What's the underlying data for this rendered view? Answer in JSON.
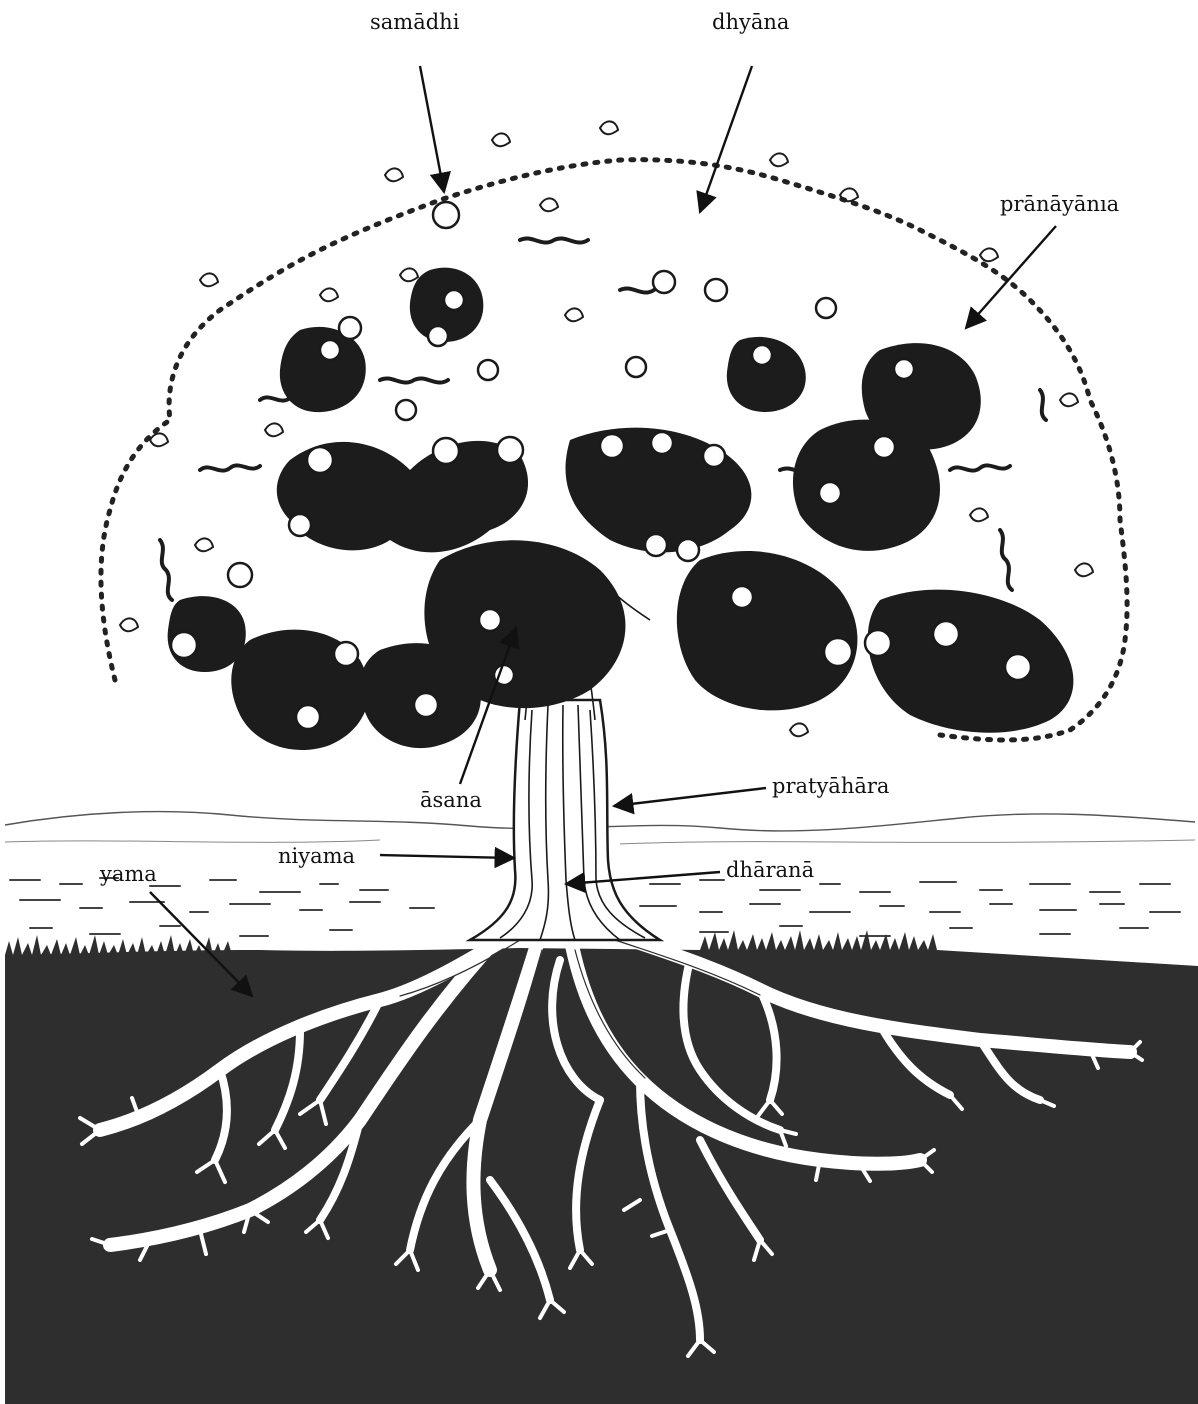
{
  "diagram": {
    "labels": {
      "samadhi": "samādhi",
      "dhyana": "dhyāna",
      "pranayama": "prānāyānıa",
      "asana": "āsana",
      "pratyahara": "pratyāhāra",
      "niyama": "niyama",
      "dharana": "dhāranā",
      "yama": "yama"
    },
    "colors": {
      "soil": "#2e2e2e",
      "ink": "#1a1a1a",
      "roots": "#ffffff",
      "paper": "#ffffff"
    }
  }
}
